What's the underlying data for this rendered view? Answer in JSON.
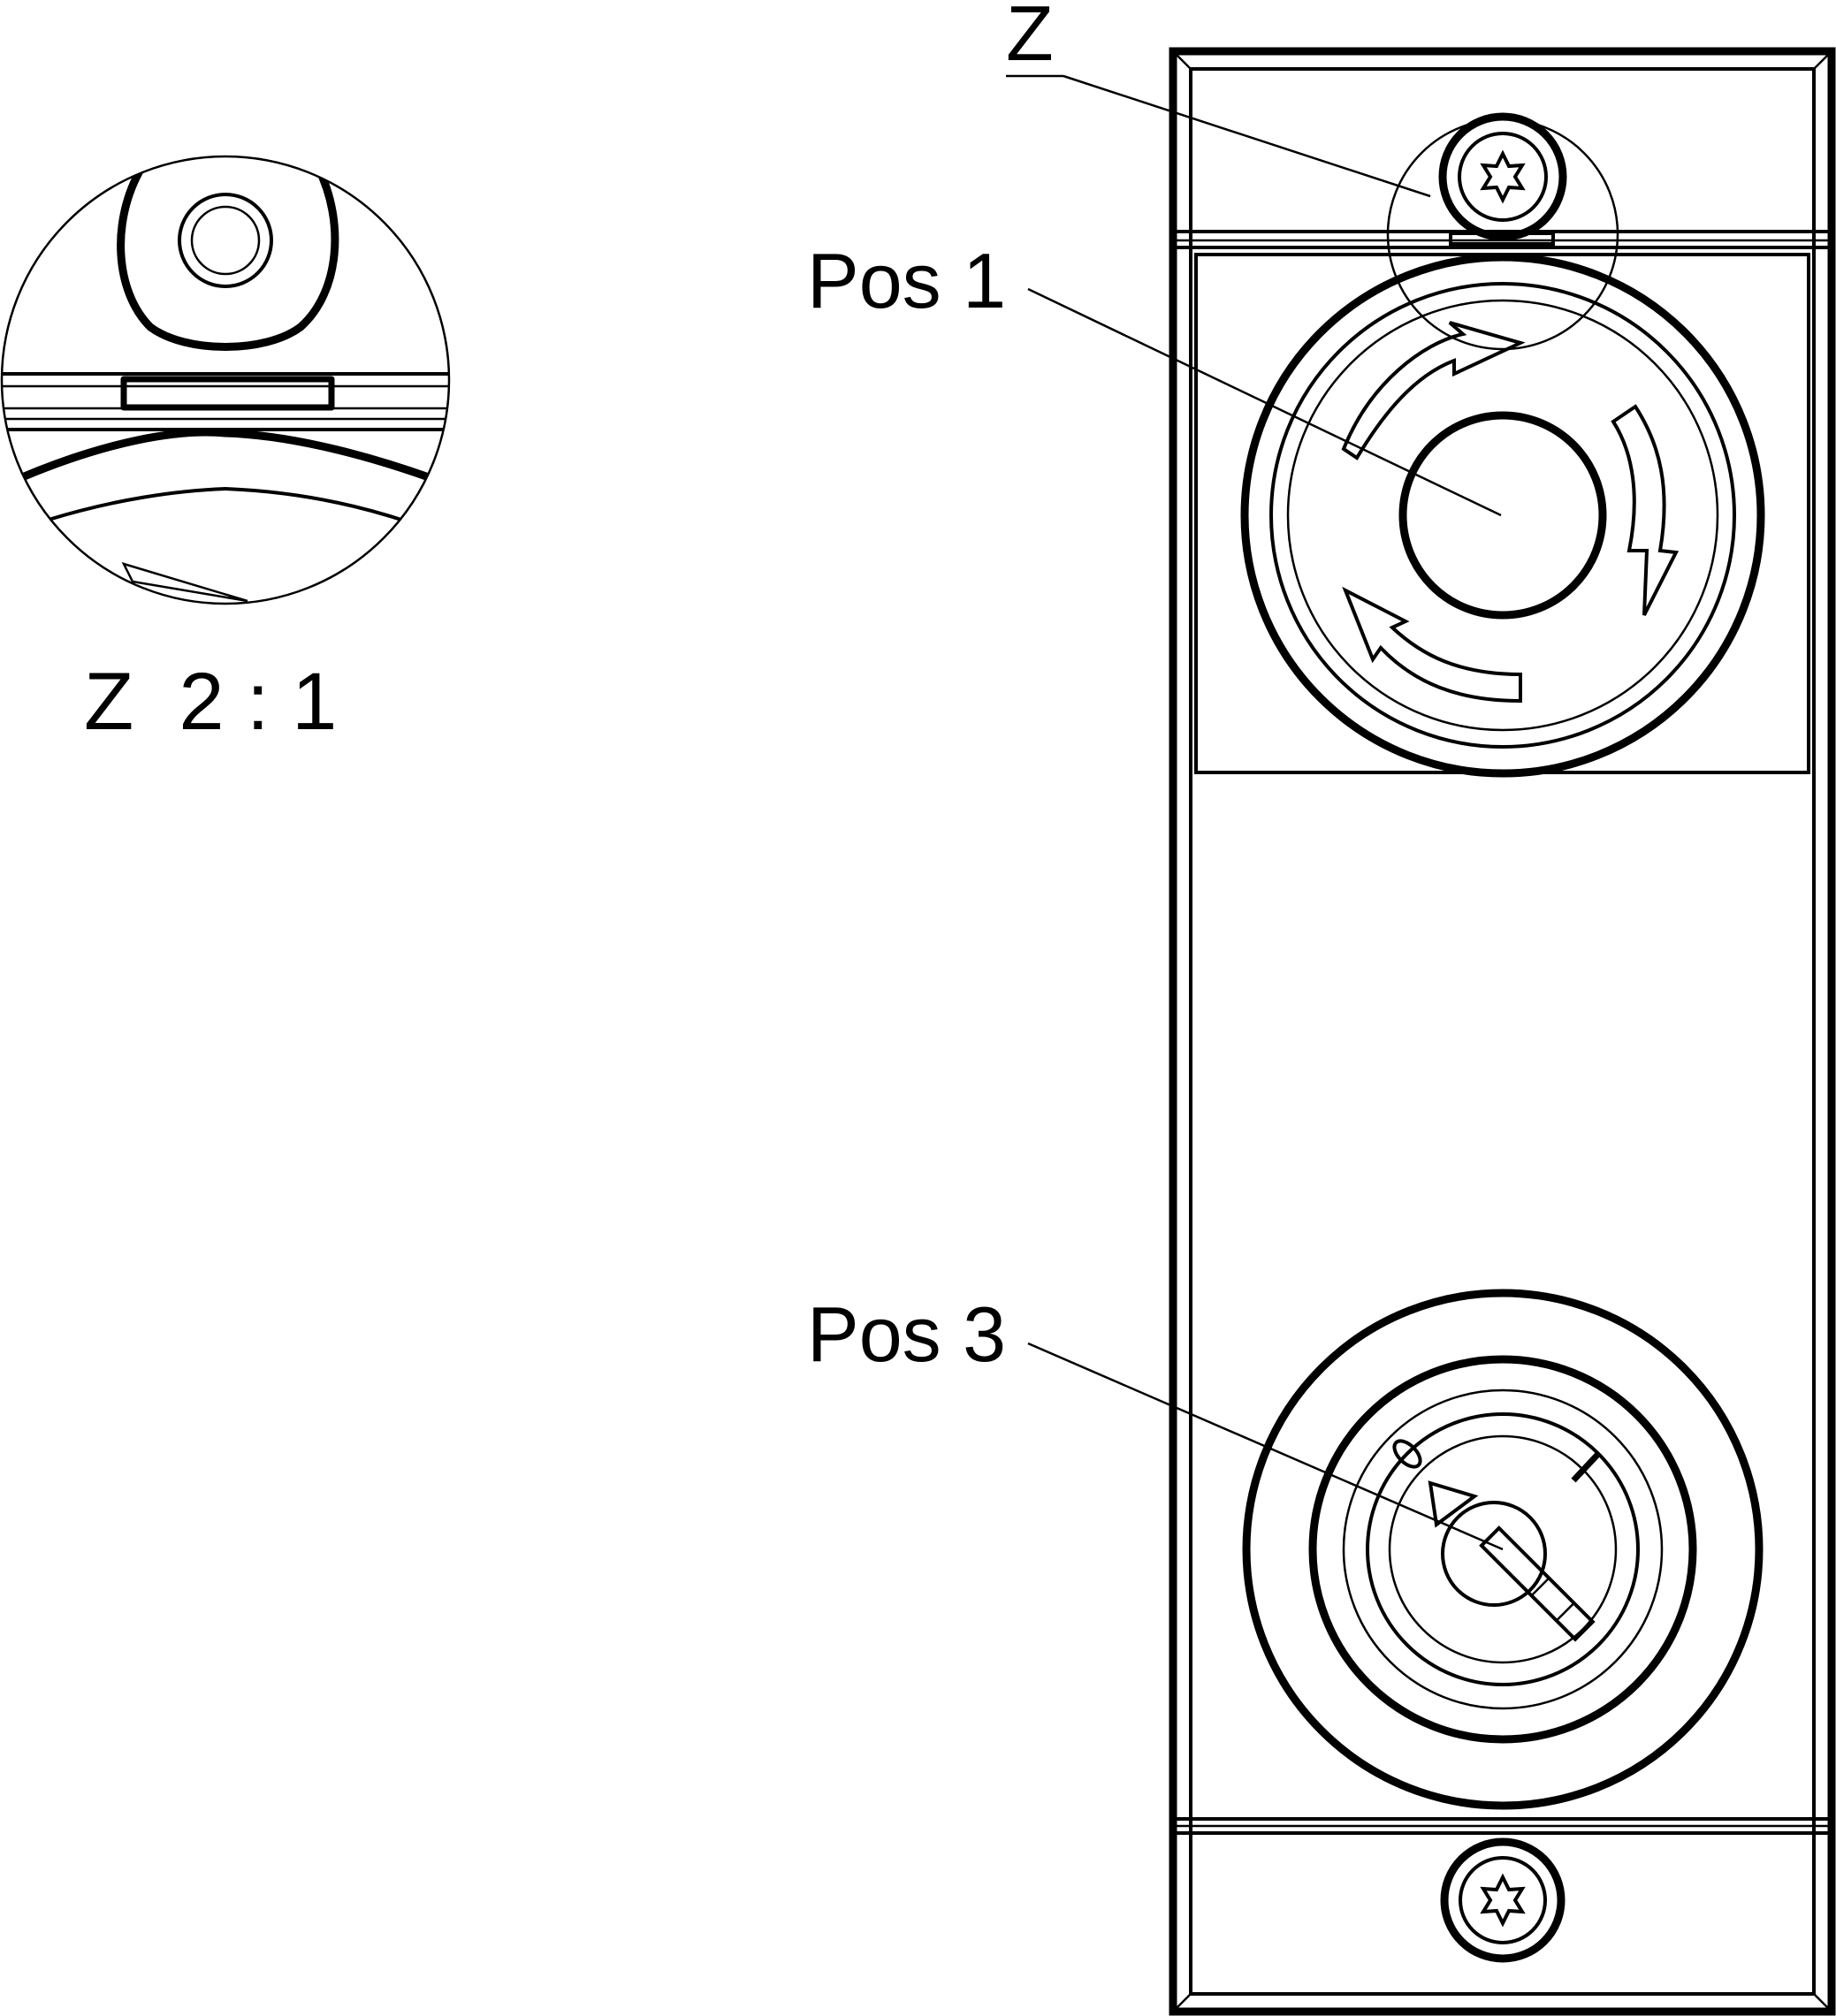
{
  "labels": {
    "detail_marker": "Z",
    "callout_pos1": "Pos 1",
    "callout_pos3": "Pos 3",
    "detail_caption": "Z  2 : 1"
  },
  "colors": {
    "line": "#000000",
    "background": "#ffffff"
  },
  "icons": {
    "screw": "torx-screw-icon",
    "emergency_stop": "emergency-stop-button-icon",
    "key_switch": "key-switch-icon"
  }
}
